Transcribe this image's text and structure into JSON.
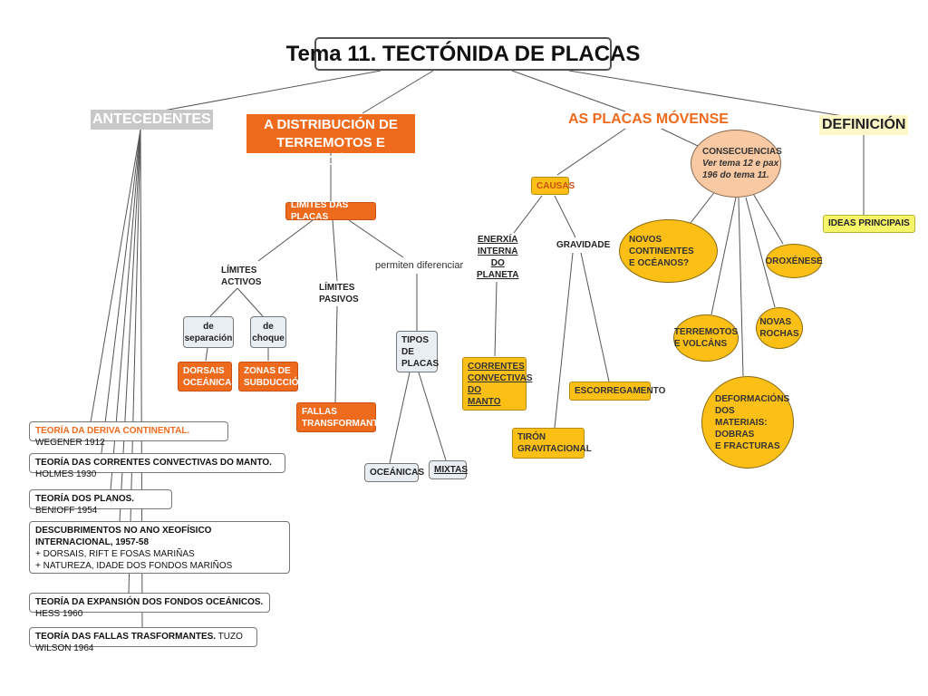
{
  "title": "Tema 11. TECTÓNIDA DE PLACAS",
  "antecedentes": {
    "label": "ANTECEDENTES",
    "theories": [
      {
        "head": "TEORÍA DA DERIVA CONTINENTAL.",
        "tail": " WEGENER 1912"
      },
      {
        "head": "TEORÍA DAS CORRENTES CONVECTIVAS DO MANTO.",
        "tail": " HOLMES 1930"
      },
      {
        "head": "TEORÍA DOS PLANOS.",
        "tail": " BENIOFF 1954"
      },
      {
        "head": "DESCUBRIMENTOS NO ANO XEOFÍSICO INTERNACIONAL, 1957-58",
        "tail": "+ DORSAIS, RIFT E FOSAS MARIÑAS\n+ NATUREZA, IDADE DOS FONDOS MARIÑOS"
      },
      {
        "head": "TEORÍA DA EXPANSIÓN DOS FONDOS OCEÁNICOS.",
        "tail": " HESS 1960"
      },
      {
        "head": "TEORÍA DAS FALLAS TRASFORMANTES.",
        "tail": " TUZO WILSON 1964"
      }
    ]
  },
  "distribucion": {
    "label": "A DISTRIBUCIÓN DE\nTERREMOTOS E VOLCÁNS",
    "limites": "LÍMITES DAS PLACAS",
    "activos": "LÍMITES\nACTIVOS",
    "pasivos": "LÍMITES\nPASIVOS",
    "permiten": "permiten diferenciar",
    "separacion": "de\nseparación",
    "choque": "de\nchoque",
    "dorsais": "DORSAIS\nOCEÁNICAS",
    "zonas": "ZONAS DE\nSUBDUCCIÓN",
    "fallas": "FALLAS\nTRANSFORMANTES",
    "tipos": "TIPOS\nDE\nPLACAS",
    "oceanicas": "OCEÁNICAS",
    "mixtas": "MIXTAS"
  },
  "placas": {
    "label": "AS PLACAS MÓVENSE",
    "causas": "CAUSAS",
    "enerxia": "ENERXÍA\nINTERNA\nDO\nPLANETA",
    "gravidade": "GRAVIDADE",
    "correntes": "CORRENTES\nCONVECTIVAS\nDO\nMANTO",
    "escorregamento": "ESCORREGAMENTO",
    "tiron": "TIRÓN\nGRAVITACIONAL",
    "consecuencias_head": "CONSECUENCIAS",
    "consecuencias_note": "Ver tema 12 e pax\n196 do tema 11.",
    "novos": "NOVOS CONTINENTES\nE OCÉANOS?",
    "oroxenese": "OROXÉNESE",
    "terremotos": "TERREMOTOS\nE VOLCÁNS",
    "novas": "NOVAS\nROCHAS",
    "deformacions": "DEFORMACIÓNS\nDOS\nMATERIAIS:\nDOBRAS\nE FRACTURAS"
  },
  "definicion": {
    "label": "DEFINICIÓN",
    "ideas": "IDEAS PRINCIPAIS"
  },
  "colors": {
    "orange": "#ee6a1c",
    "yellow": "#fbbf15",
    "line": "#555555",
    "antecedentes": "#c8c8c8"
  }
}
